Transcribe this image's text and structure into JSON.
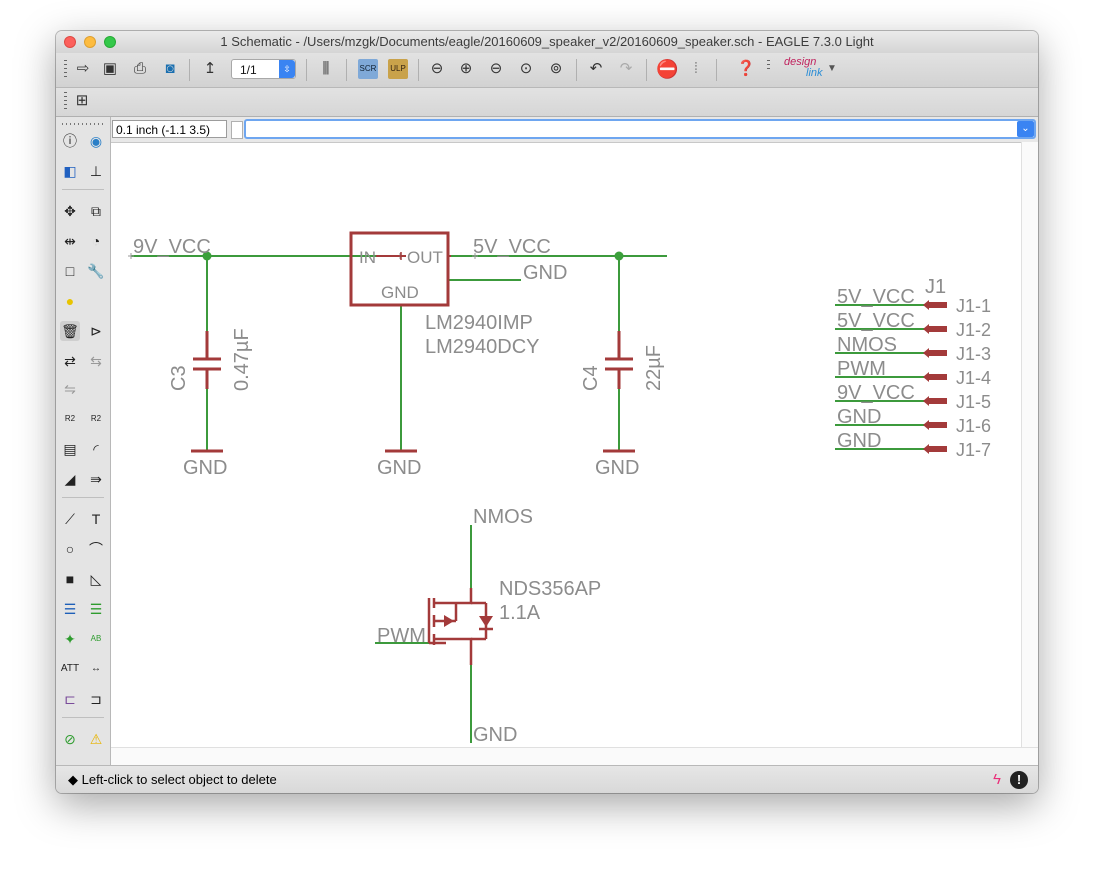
{
  "window": {
    "title": "1 Schematic - /Users/mzgk/Documents/eagle/20160609_speaker_v2/20160609_speaker.sch - EAGLE 7.3.0 Light"
  },
  "toolbar": {
    "page_selector_value": "1/1",
    "design_link": {
      "line1": "design",
      "line2": "link"
    },
    "icons": [
      "open-icon",
      "save-icon",
      "print-icon",
      "cam-icon",
      "page-up-icon",
      "bars-icon",
      "script-icon",
      "run-icon",
      "zoom-fit-icon",
      "zoom-in-icon",
      "zoom-out-icon",
      "zoom-redraw-icon",
      "zoom-select-icon",
      "undo-icon",
      "redo-icon",
      "stop-icon",
      "go-icon",
      "help-icon"
    ]
  },
  "coord": {
    "readout": "0.1 inch (-1.1 3.5)",
    "command_value": ""
  },
  "status": {
    "message": "Left-click to select object to delete"
  },
  "schematic": {
    "nets": {
      "vcc9_left": "9V_VCC",
      "vcc5_out": "5V_VCC",
      "gnd_reg_out": "GND",
      "gnd_c3": "GND",
      "gnd_reg": "GND",
      "gnd_c4": "GND",
      "nmos_top": "NMOS",
      "pwm_gate": "PWM",
      "gnd_fet": "GND"
    },
    "regulator": {
      "pin_in": "IN",
      "pin_out": "OUT",
      "pin_gnd": "GND",
      "name": "LM2940IMP",
      "value": "LM2940DCY"
    },
    "c3": {
      "name": "C3",
      "value": "0.47µF"
    },
    "c4": {
      "name": "C4",
      "value": "22µF"
    },
    "fet": {
      "name": "NDS356AP",
      "value": "1.1A"
    },
    "connector": {
      "name": "J1",
      "pins": [
        {
          "net": "5V_VCC",
          "pin": "J1-1"
        },
        {
          "net": "5V_VCC",
          "pin": "J1-2"
        },
        {
          "net": "NMOS",
          "pin": "J1-3"
        },
        {
          "net": "PWM",
          "pin": "J1-4"
        },
        {
          "net": "9V_VCC",
          "pin": "J1-5"
        },
        {
          "net": "GND",
          "pin": "J1-6"
        },
        {
          "net": "GND",
          "pin": "J1-7"
        }
      ]
    }
  },
  "colors": {
    "wire": "#3c9a3c",
    "symbol": "#a33a3a",
    "label": "#8c8c8c",
    "junction": "#3ca03c"
  }
}
